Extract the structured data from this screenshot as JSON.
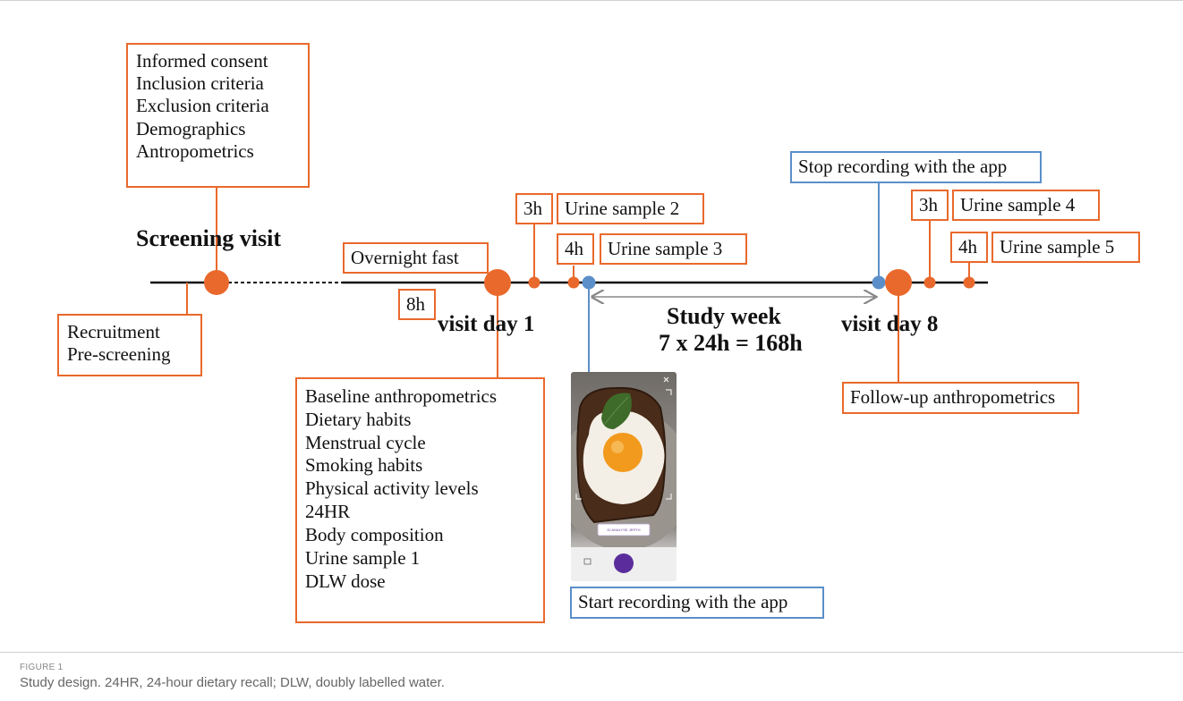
{
  "screening": {
    "box_lines": [
      "Informed consent",
      "Inclusion criteria",
      "Exclusion criteria",
      "Demographics",
      "Antropometrics"
    ],
    "label": "Screening visit"
  },
  "recruitment": {
    "box_lines": [
      "Recruitment",
      "Pre-screening"
    ]
  },
  "overnight_fast": "Overnight fast",
  "fast_duration": "8h",
  "visit1": {
    "label": "visit day 1",
    "box_lines": [
      "Baseline anthropometrics",
      "Dietary habits",
      "Menstrual cycle",
      "Smoking habits",
      "Physical activity levels",
      "24HR",
      "Body composition",
      "Urine sample 1",
      "DLW dose"
    ]
  },
  "samples": {
    "s2_time": "3h",
    "s2_label": "Urine sample 2",
    "s3_time": "4h",
    "s3_label": "Urine sample 3",
    "s4_time": "3h",
    "s4_label": "Urine sample 4",
    "s5_time": "4h",
    "s5_label": "Urine sample 5"
  },
  "study_week": {
    "line1": "Study week",
    "line2": "7 x 24h = 168h"
  },
  "app": {
    "start": "Start recording with the app",
    "stop": "Stop recording with the app",
    "phone_button": "DI ANALYSE JERTH"
  },
  "visit8": {
    "label": "visit day 8",
    "box": "Follow-up anthropometrics"
  },
  "caption": {
    "label": "FIGURE 1",
    "text": "Study design. 24HR, 24-hour dietary recall; DLW, doubly labelled water."
  },
  "colors": {
    "orange": "#e9692c",
    "blue": "#5b8fc9",
    "timeline": "#111111"
  }
}
